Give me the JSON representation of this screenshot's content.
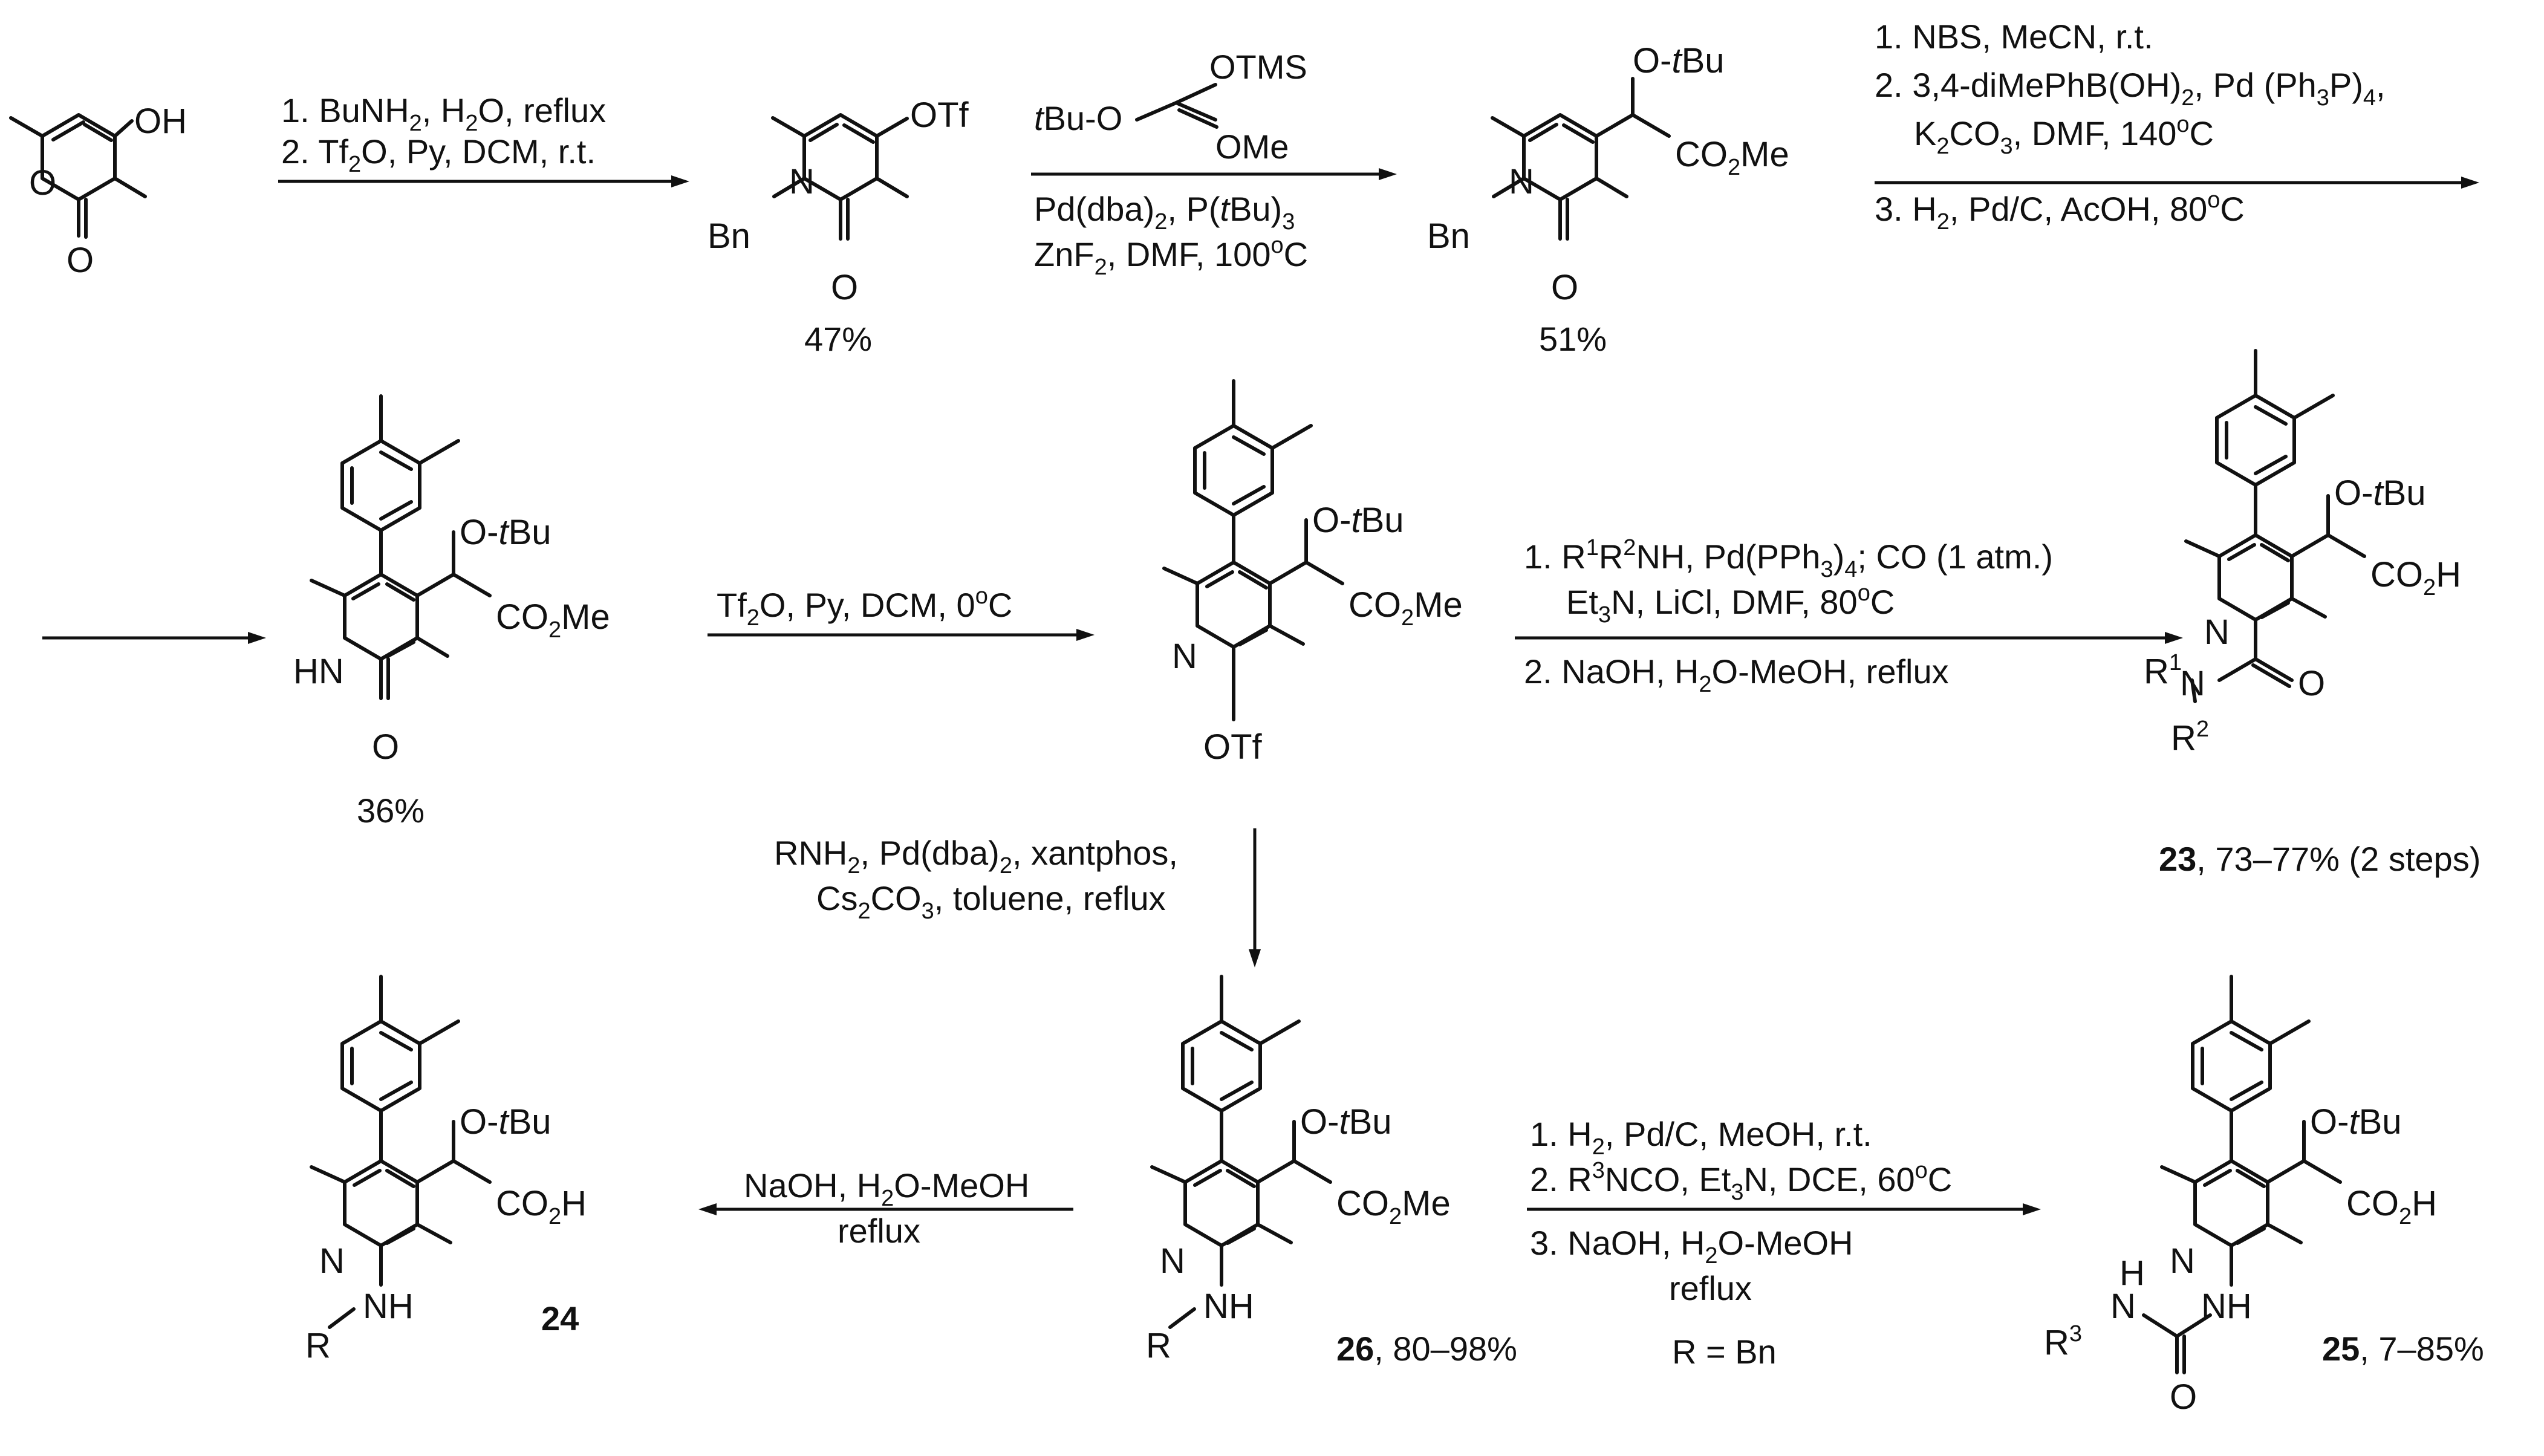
{
  "steps": {
    "s1": [
      "1. BuNH",
      "2",
      ", H",
      "2",
      "O, reflux"
    ],
    "s1b": [
      "2. Tf",
      "2",
      "O, Py, DCM, r.t."
    ],
    "s2_top_tbu": "tBu-O",
    "s2_top_otms": "OTMS",
    "s2_top_ome": "OMe",
    "s2_b1": [
      "Pd(dba)",
      "2",
      ", P(",
      "tBu",
      ")",
      "3"
    ],
    "s2_b2": [
      "ZnF",
      "2",
      ", DMF, 100",
      "o",
      "C"
    ],
    "s3_1": "1. NBS, MeCN, r.t.",
    "s3_2": [
      "2. 3,4-diMePhB(OH)",
      "2",
      ", Pd (Ph",
      "3",
      "P)",
      "4",
      ","
    ],
    "s3_2b": [
      "K",
      "2",
      "CO",
      "3",
      ", DMF, 140",
      "o",
      "C"
    ],
    "s3_3": [
      "3. H",
      "2",
      ", Pd/C, AcOH, 80",
      "o",
      "C"
    ],
    "s4": [
      "Tf",
      "2",
      "O, Py, DCM, 0",
      "o",
      "C"
    ],
    "s5_1": [
      "1. R",
      "1",
      "R",
      "2",
      "NH, Pd(PPh",
      "3",
      ")",
      "4",
      "; CO (1 atm.)"
    ],
    "s5_1b": [
      "Et",
      "3",
      "N, LiCl, DMF, 80",
      "o",
      "C"
    ],
    "s5_2": [
      "2. NaOH, H",
      "2",
      "O-MeOH, reflux"
    ],
    "s6_1": [
      "RNH",
      "2",
      ", Pd(dba)",
      "2",
      ", xantphos,"
    ],
    "s6_2": [
      "Cs",
      "2",
      "CO",
      "3",
      ", toluene, reflux"
    ],
    "s7_1": [
      "NaOH, H",
      "2",
      "O-MeOH"
    ],
    "s7_2": "reflux",
    "s8_1": [
      "1. H",
      "2",
      ", Pd/C, MeOH, r.t."
    ],
    "s8_2": [
      "2. R",
      "3",
      "NCO, Et",
      "3",
      "N, DCE, 60",
      "o",
      "C"
    ],
    "s8_3": [
      "3. NaOH, H",
      "2",
      "O-MeOH"
    ],
    "s8_3b": "reflux",
    "s8_r": "R = Bn"
  },
  "yields": {
    "y1": "47%",
    "y2": "51%",
    "y3": "36%",
    "c23_num": "23",
    "c23_txt": ", 73–77% (2 steps)",
    "c24_num": "24",
    "c25_num": "25",
    "c25_txt": ", 7–85%",
    "c26_num": "26",
    "c26_txt": ", 80–98%"
  },
  "atoms": {
    "OH": "OH",
    "O": "O",
    "OTf": "OTf",
    "N": "N",
    "Bn": "Bn",
    "HN": "HN",
    "NH": "NH",
    "H": "H",
    "R": "R",
    "OtBu": [
      "O-",
      "tBu"
    ],
    "CO2Me": [
      "CO",
      "2",
      "Me"
    ],
    "CO2H": [
      "CO",
      "2",
      "H"
    ],
    "R1": [
      "R",
      "1"
    ],
    "R2": [
      "R",
      "2"
    ],
    "R3": [
      "R",
      "3"
    ]
  }
}
